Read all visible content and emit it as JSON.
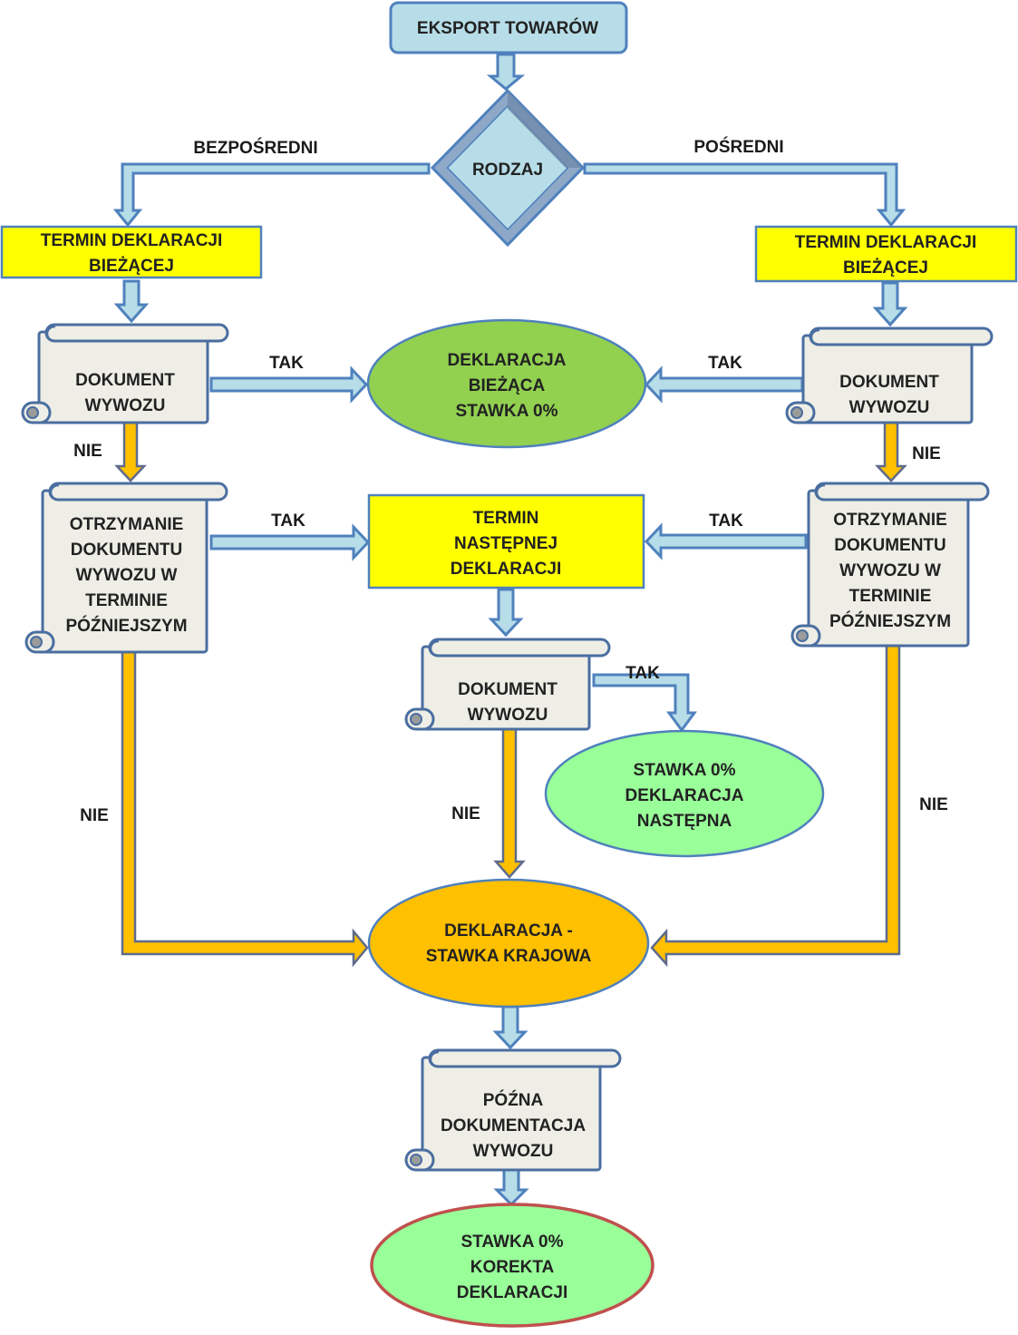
{
  "colors": {
    "blue_fill": "#b7dde8",
    "blue_stroke": "#4f81bd",
    "yellow": "#ffff00",
    "scroll_fill": "#eeeee6",
    "scroll_stroke": "#4a6ea0",
    "green_ellipse": "#92d050",
    "light_green": "#99ff99",
    "orange": "#ffc000",
    "red_stroke": "#c0504d"
  },
  "nodes": {
    "start": [
      "EKSPORT TOWARÓW"
    ],
    "decision": [
      "RODZAJ"
    ],
    "term_left": [
      "TERMIN DEKLARACJI",
      "BIEŻĄCEJ"
    ],
    "term_right": [
      "TERMIN DEKLARACJI",
      "BIEŻĄCEJ"
    ],
    "doc_left": [
      "DOKUMENT",
      "WYWOZU"
    ],
    "doc_right": [
      "DOKUMENT",
      "WYWOZU"
    ],
    "decl_current": [
      "DEKLARACJA",
      "BIEŻĄCA",
      "STAWKA 0%"
    ],
    "later_left": [
      "OTRZYMANIE",
      "DOKUMENTU",
      "WYWOZU W",
      "TERMINIE",
      "PÓŹNIEJSZYM"
    ],
    "later_right": [
      "OTRZYMANIE",
      "DOKUMENTU",
      "WYWOZU W",
      "TERMINIE",
      "PÓŹNIEJSZYM"
    ],
    "term_next": [
      "TERMIN",
      "NASTĘPNEJ",
      "DEKLARACJI"
    ],
    "doc_center": [
      "DOKUMENT",
      "WYWOZU"
    ],
    "next_rate": [
      "STAWKA 0%",
      "DEKLARACJA",
      "NASTĘPNA"
    ],
    "domestic": [
      "DEKLARACJA -",
      "STAWKA KRAJOWA"
    ],
    "late_doc": [
      "PÓŹNA",
      "DOKUMENTACJA",
      "WYWOZU"
    ],
    "correction": [
      "STAWKA 0%",
      "KOREKTA",
      "DEKLARACJI"
    ]
  },
  "edges": {
    "direct": "BEZPOŚREDNI",
    "indirect": "POŚREDNI",
    "yes": "TAK",
    "no": "NIE"
  }
}
